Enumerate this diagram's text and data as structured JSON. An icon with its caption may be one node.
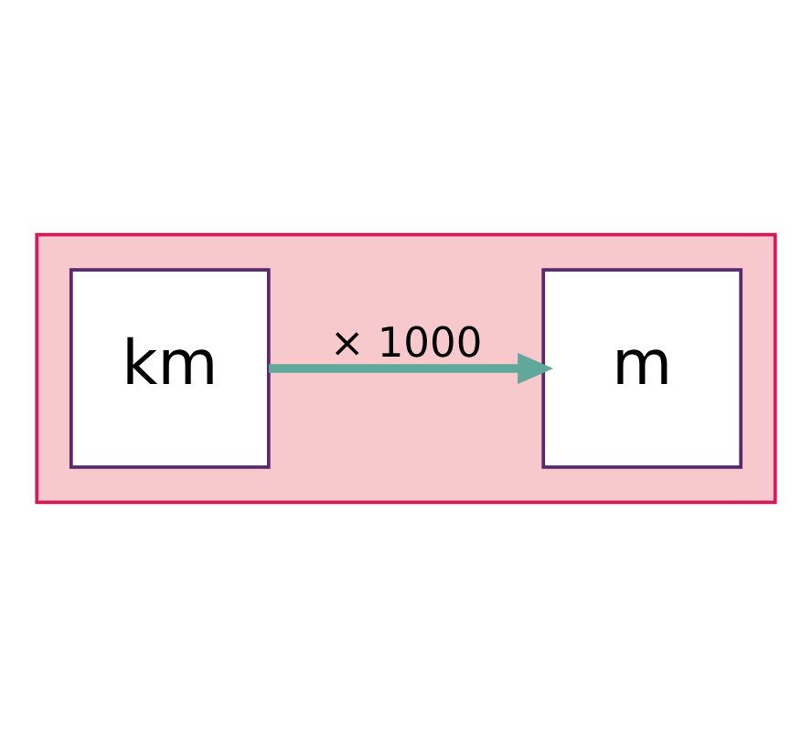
{
  "diagram": {
    "nodes": [
      {
        "text": [],
        "shape": "box"
      },
      {
        "text": [
          "km"
        ],
        "in": 0
      },
      {
        "text": [
          "m"
        ],
        "in": 0
      }
    ],
    "edges": [
      {
        "from": 1,
        "to": 2,
        "arrow": "to",
        "label": "× 1000",
        "color": "#5fa89a"
      }
    ]
  }
}
